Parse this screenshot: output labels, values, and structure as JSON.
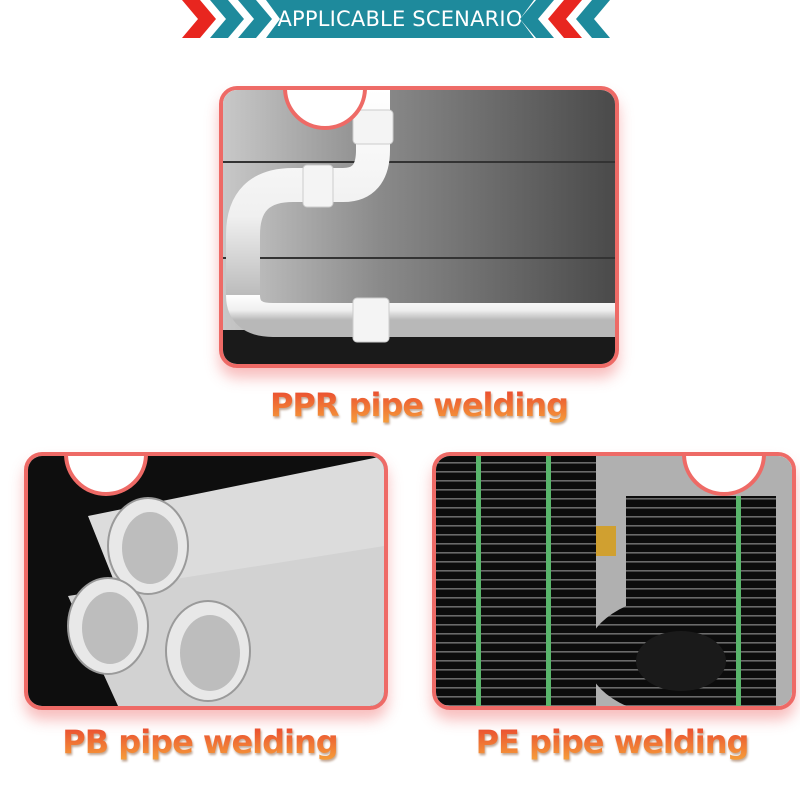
{
  "banner": {
    "title": "APPLICABLE SCENARIO",
    "bar_color": "#1e8a9c",
    "chevron_colors": [
      "#e8261f",
      "#1e8a9c"
    ]
  },
  "scenarios": [
    {
      "label": "PPR pipe welding",
      "image": "white-ppr-pipe-elbow-photo"
    },
    {
      "label": "PB pipe welding",
      "image": "white-pb-pipe-stack-photo"
    },
    {
      "label": "PE pipe welding",
      "image": "black-pe-pipe-coils-photo"
    }
  ],
  "colors": {
    "frame_border": "#ee6a66",
    "label_gradient_top": "#e8432f",
    "label_gradient_bottom": "#f6a03a"
  }
}
